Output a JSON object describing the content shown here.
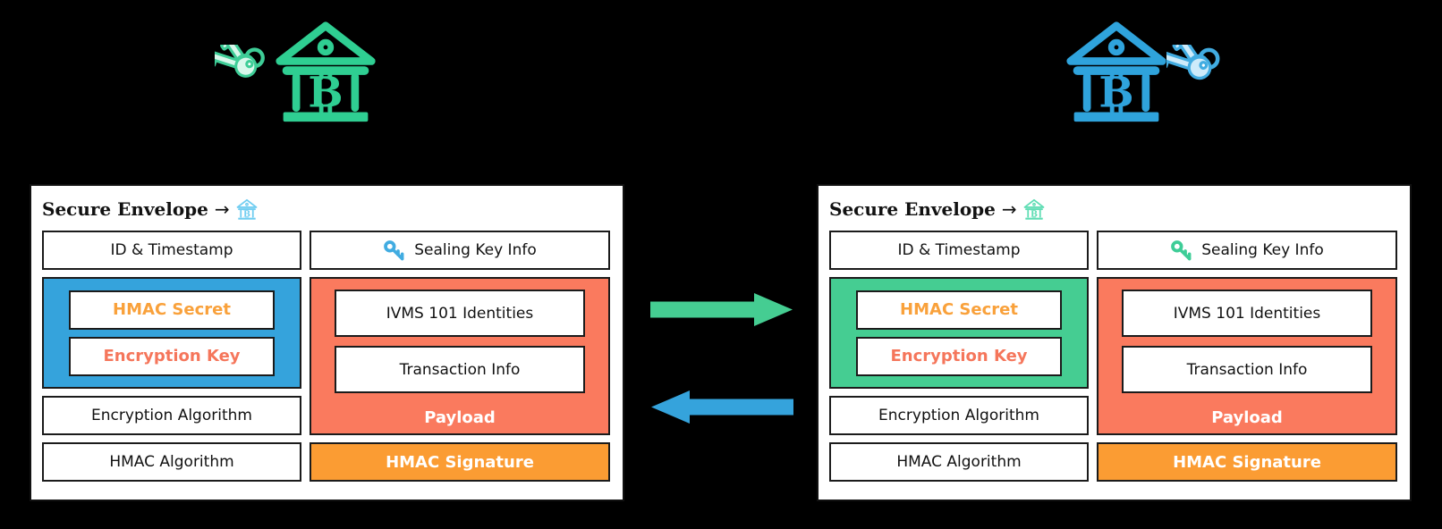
{
  "colors": {
    "background": "#000000",
    "panel_bg": "#FFFFFF",
    "green": "#45CD92",
    "blue": "#35A3DC",
    "coral": "#FA7A5E",
    "orange": "#FB9C33",
    "hmac_secret_text": "#F9A13B",
    "encryption_key_text": "#F5765B",
    "box_border": "#1B1B1B"
  },
  "actors": {
    "left": {
      "keys_icon": "keys-icon",
      "bank_icon": "bitcoin-bank-icon",
      "bank_symbol": "₿",
      "accent": "#2FCE92"
    },
    "right": {
      "bank_icon": "bitcoin-bank-icon",
      "keys_icon": "keys-icon",
      "bank_symbol": "₿",
      "accent": "#2FA3DC"
    }
  },
  "envelope_left": {
    "title": "Secure Envelope",
    "title_arrow": "→",
    "destination_bank_icon_color": "#70CDF1",
    "sealing_key_icon_color": "#35A3DC",
    "keys_box_color": "#35A3DC",
    "id_timestamp": "ID & Timestamp",
    "sealing_key_info": "Sealing Key Info",
    "hmac_secret": "HMAC Secret",
    "encryption_key": "Encryption Key",
    "ivms_identities": "IVMS 101 Identities",
    "transaction_info": "Transaction Info",
    "encryption_algorithm": "Encryption Algorithm",
    "hmac_algorithm": "HMAC Algorithm",
    "payload": "Payload",
    "hmac_signature": "HMAC Signature"
  },
  "envelope_right": {
    "title": "Secure Envelope",
    "title_arrow": "→",
    "destination_bank_icon_color": "#5FDDB4",
    "sealing_key_icon_color": "#45CD92",
    "keys_box_color": "#45CD92",
    "id_timestamp": "ID & Timestamp",
    "sealing_key_info": "Sealing Key Info",
    "hmac_secret": "HMAC Secret",
    "encryption_key": "Encryption Key",
    "ivms_identities": "IVMS 101 Identities",
    "transaction_info": "Transaction Info",
    "encryption_algorithm": "Encryption Algorithm",
    "hmac_algorithm": "HMAC Algorithm",
    "payload": "Payload",
    "hmac_signature": "HMAC Signature"
  },
  "arrows": {
    "to_right_color": "#45CD92",
    "to_left_color": "#35A3DC"
  }
}
